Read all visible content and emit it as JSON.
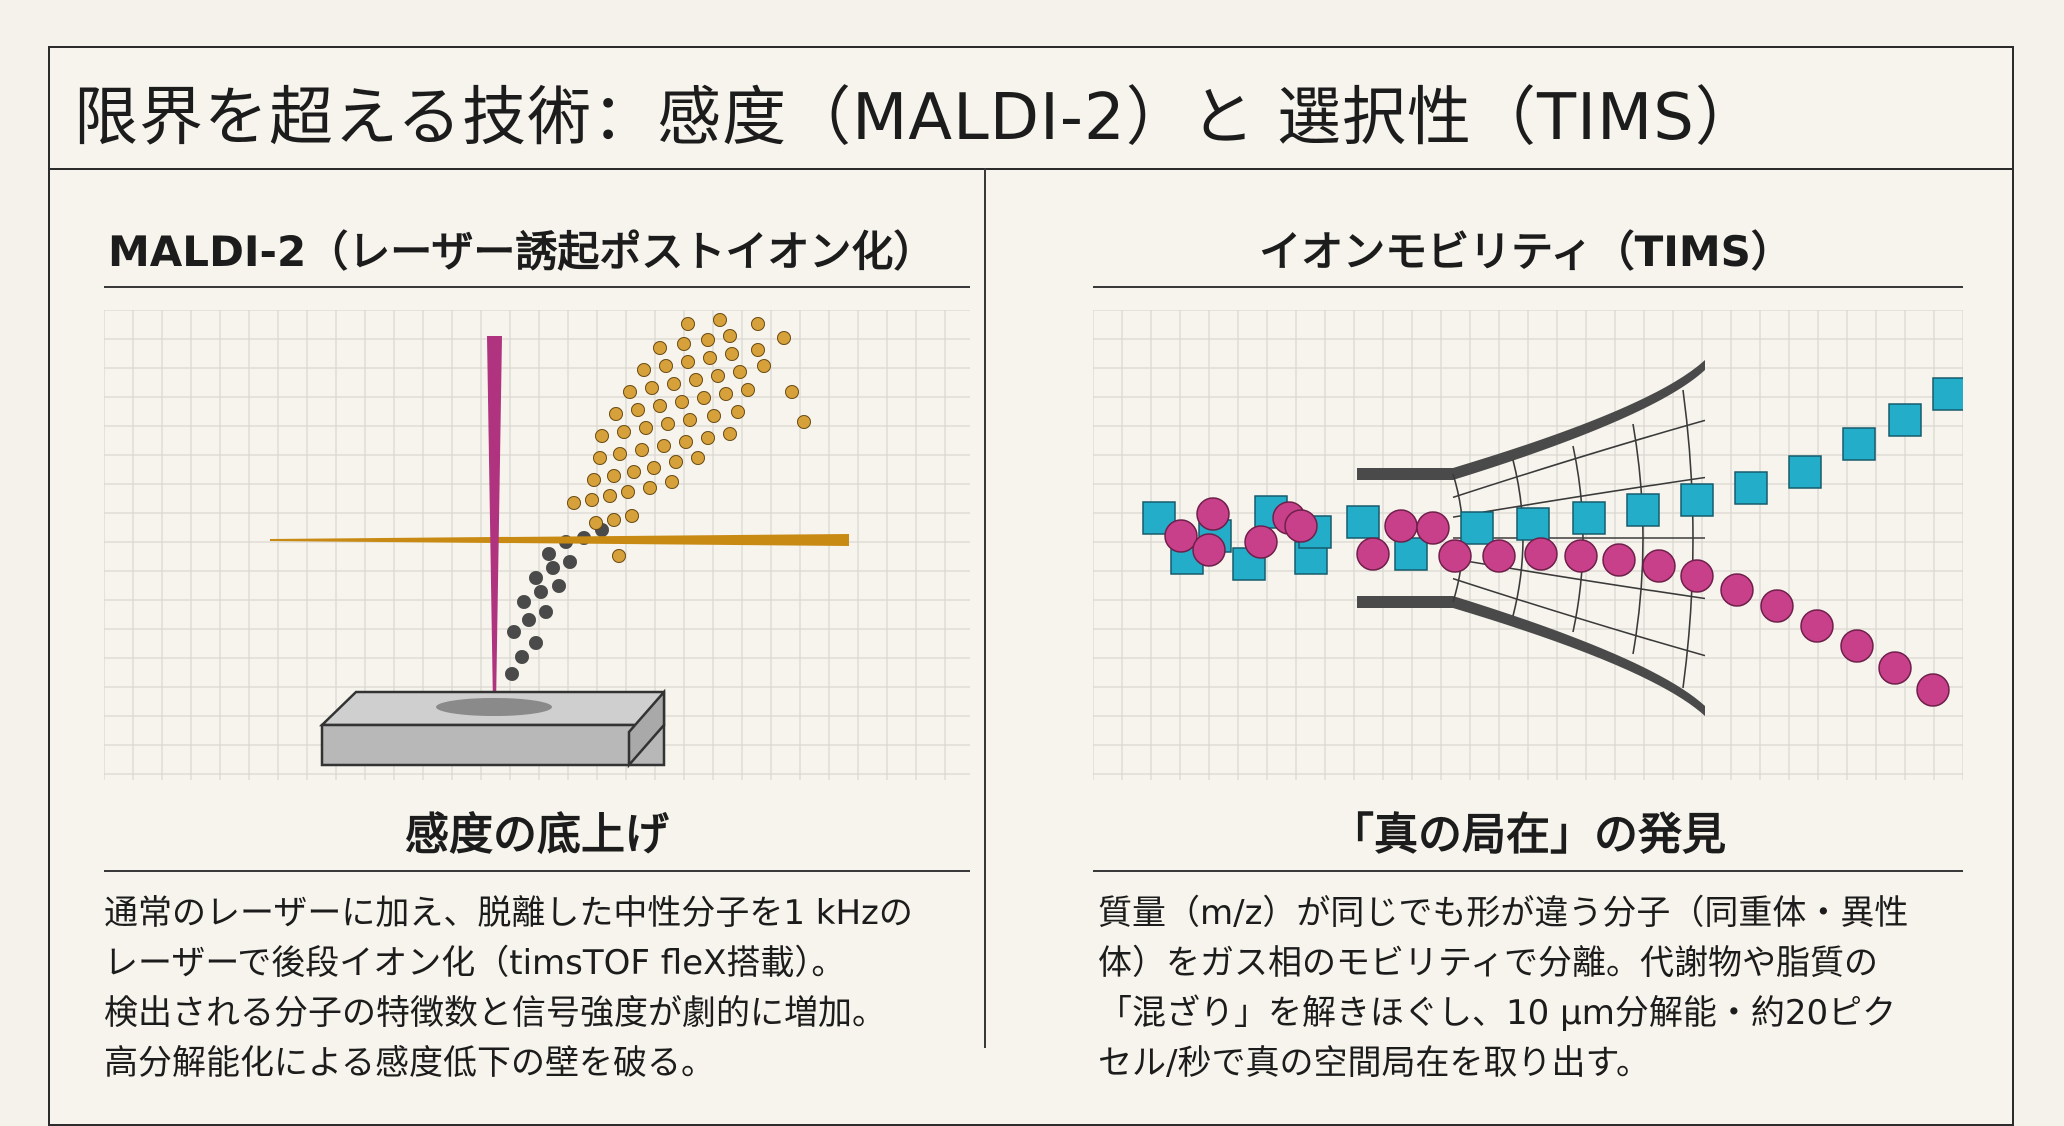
{
  "title": "限界を超える技術：感度（MALDI-2）と 選択性（TIMS）",
  "left_panel": {
    "heading": "MALDI-2（レーザー誘起ポストイオン化）",
    "sub_heading": "感度の底上げ",
    "body_lines": [
      "通常のレーザーに加え、脱離した中性分子を1 kHzの",
      "レーザーで後段イオン化（timsTOF fleX搭載）。",
      "検出される分子の特徴数と信号強度が劇的に増加。",
      "高分解能化による感度低下の壁を破る。"
    ]
  },
  "right_panel": {
    "heading": "イオンモビリティ（TIMS）",
    "sub_heading": "「真の局在」の発見",
    "body_lines": [
      "質量（m/z）が同じでも形が違う分子（同重体・異性",
      "体）をガス相のモビリティで分離。代謝物や脂質の",
      "「混ざり」を解きほぐし、10 μm分解能・約20ピク",
      "セル/秒で真の空間局在を取り出す。"
    ]
  },
  "colors": {
    "laser_vertical": "#b0337f",
    "laser_horizontal": "#c98a14",
    "ion_orange": "#d6a13a",
    "neutral_gray": "#4a4a4a",
    "square_cyan": "#23adc9",
    "circle_magenta": "#c8408a",
    "grid": "#d9d7d0"
  }
}
